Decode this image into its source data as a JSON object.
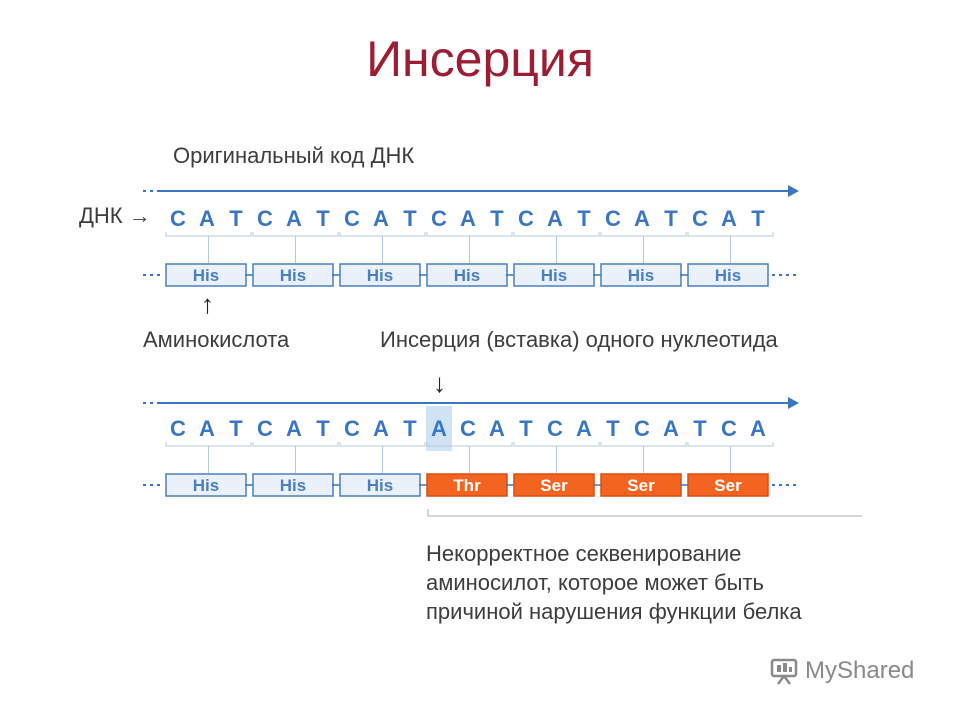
{
  "title": "Инсерция",
  "labels": {
    "original": "Оригинальный код ДНК",
    "dna": "ДНК",
    "dna_arrow": "→",
    "amino": "Аминокислота",
    "amino_arrow": "↑",
    "insertion": "Инсерция (вставка) одного нуклеотида",
    "insertion_arrow": "↓"
  },
  "original": {
    "nucleotides": [
      "C",
      "A",
      "T",
      "C",
      "A",
      "T",
      "C",
      "A",
      "T",
      "C",
      "A",
      "T",
      "C",
      "A",
      "T",
      "C",
      "A",
      "T",
      "C",
      "A",
      "T"
    ],
    "amino_acids": [
      {
        "name": "His",
        "status": "normal"
      },
      {
        "name": "His",
        "status": "normal"
      },
      {
        "name": "His",
        "status": "normal"
      },
      {
        "name": "His",
        "status": "normal"
      },
      {
        "name": "His",
        "status": "normal"
      },
      {
        "name": "His",
        "status": "normal"
      },
      {
        "name": "His",
        "status": "normal"
      }
    ]
  },
  "mutated": {
    "nucleotides": [
      "C",
      "A",
      "T",
      "C",
      "A",
      "T",
      "C",
      "A",
      "T",
      "A",
      "C",
      "A",
      "T",
      "C",
      "A",
      "T",
      "C",
      "A",
      "T",
      "C",
      "A"
    ],
    "inserted_index": 9,
    "amino_acids": [
      {
        "name": "His",
        "status": "normal"
      },
      {
        "name": "His",
        "status": "normal"
      },
      {
        "name": "His",
        "status": "normal"
      },
      {
        "name": "Thr",
        "status": "mutated"
      },
      {
        "name": "Ser",
        "status": "mutated"
      },
      {
        "name": "Ser",
        "status": "mutated"
      },
      {
        "name": "Ser",
        "status": "mutated"
      }
    ]
  },
  "note": {
    "line1": "Некорректное секвенирование",
    "line2": "аминосилот, которое может быть",
    "line3": "причиной нарушения функции белка"
  },
  "watermark": "MyShared",
  "colors": {
    "title": "#9c1e35",
    "nucleotide": "#3a76c2",
    "axis": "#3a76c2",
    "normal_fill": "#eaf1fa",
    "normal_stroke": "#4a7fc0",
    "mutated_fill": "#f2641f",
    "mutated_stroke": "#d94f10",
    "inserted_highlight": "#cfe3f5"
  }
}
